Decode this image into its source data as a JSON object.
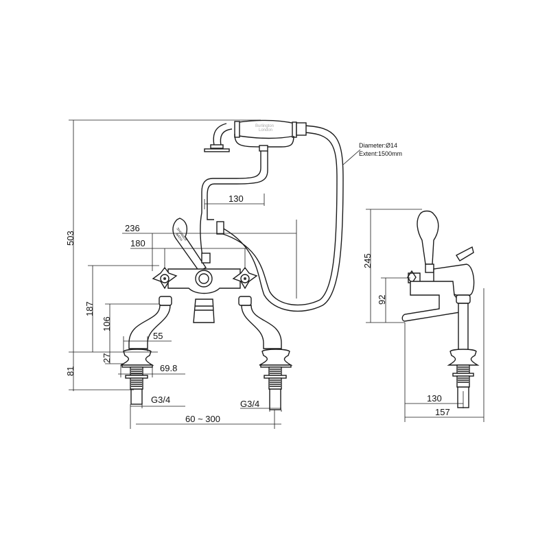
{
  "drawing": {
    "front_view": {
      "overall_height": "503",
      "tail_height": "81",
      "handle_height": "187",
      "leg_height": "106",
      "base_height": "27",
      "leg_width": "55",
      "base_width": "69.8",
      "thread_left": "G3/4",
      "thread_right": "G3/4",
      "centres": "60 ~ 300",
      "width_outer": "236",
      "width_handles": "180",
      "handset_offset": "130"
    },
    "hose": {
      "diameter": "Diameter:Ø14",
      "extent": "Extent:1500mm"
    },
    "side_view": {
      "height": "245",
      "spout_height": "92",
      "spout_projection": "130",
      "total_depth": "157"
    },
    "handset_logo": [
      "Burlington",
      "London"
    ],
    "lever_label": [
      "SHOWER",
      "BATH"
    ]
  }
}
